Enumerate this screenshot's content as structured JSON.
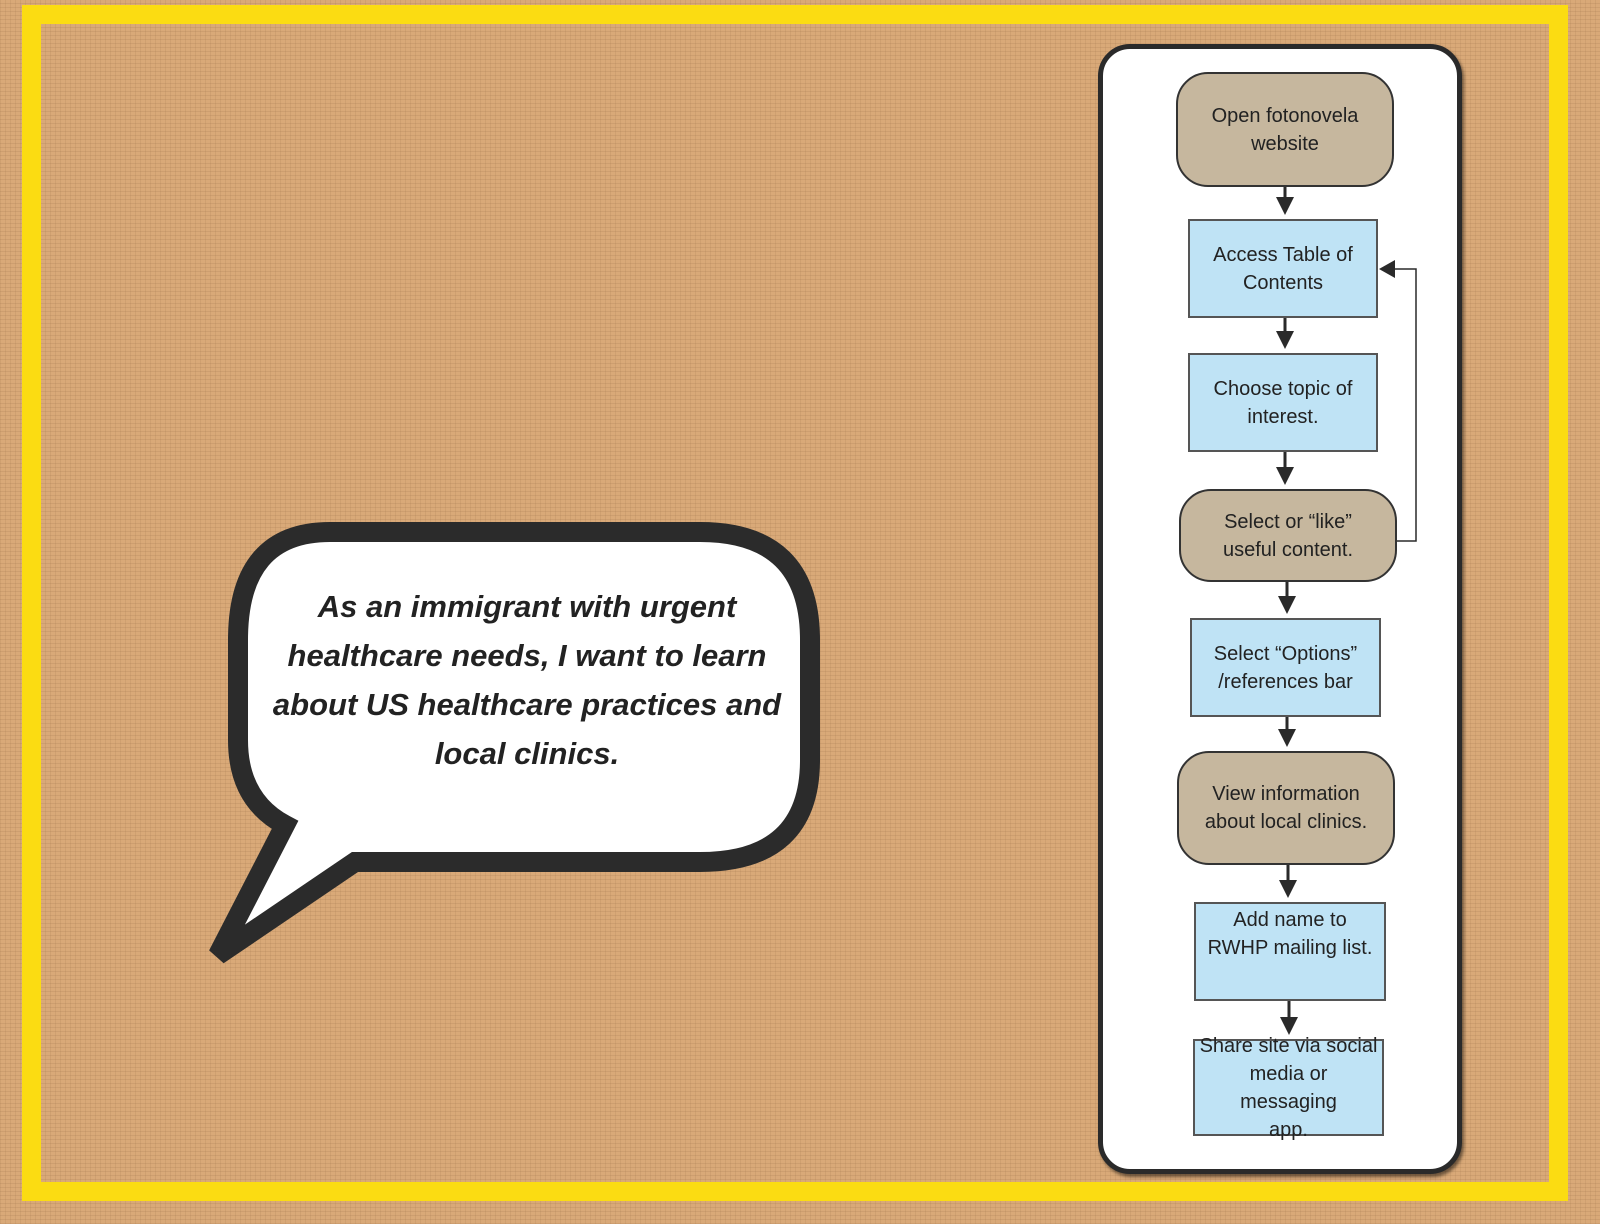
{
  "speech_bubble": {
    "text": "As an immigrant with urgent healthcare needs, I want to learn about US healthcare practices and local clinics."
  },
  "flowchart": {
    "steps": [
      {
        "label": "Open fotonovela\nwebsite",
        "shape": "rounded"
      },
      {
        "label": "Access Table of\nContents",
        "shape": "rect"
      },
      {
        "label": "Choose topic of\ninterest.",
        "shape": "rect"
      },
      {
        "label": "Select or “like”\nuseful content.",
        "shape": "rounded"
      },
      {
        "label": "Select “Options”\n/references bar",
        "shape": "rect"
      },
      {
        "label": "View information\nabout local clinics.",
        "shape": "rounded"
      },
      {
        "label": "Add name to\nRWHP mailing list.\n ",
        "shape": "rect"
      },
      {
        "label": "Share site via social\nmedia or messaging\napp.",
        "shape": "rect"
      }
    ],
    "loop": {
      "from_step": 4,
      "to_step": 2
    }
  },
  "colors": {
    "background": "#d9a978",
    "frame": "#fbdc12",
    "rect_fill": "#bfe3f5",
    "rounded_fill": "#c6b79e"
  }
}
